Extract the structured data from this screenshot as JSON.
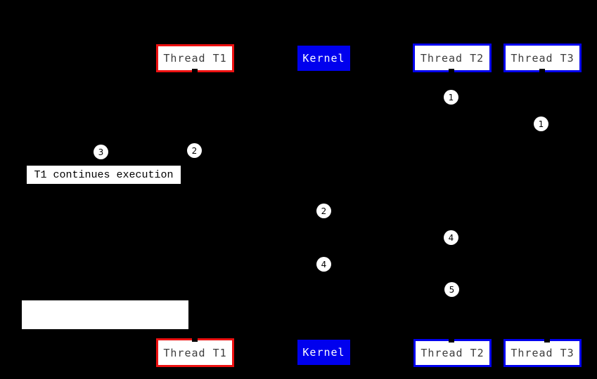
{
  "diagram": {
    "title": "thread-kernel-sequence-diagram",
    "background_color": "#000000",
    "colors": {
      "thread_t1_border": "#ee1111",
      "kernel_fill": "#0000ee",
      "thread_t2_t3_border": "#0000ee",
      "box_fill": "#ffffff",
      "box_text": "#3c3c3c",
      "kernel_text": "#ffffff",
      "marker_fill": "#ffffff",
      "marker_text": "#000000"
    },
    "columns": {
      "thread_t1": {
        "label": "Thread T1"
      },
      "kernel": {
        "label": "Kernel"
      },
      "thread_t2": {
        "label": "Thread T2"
      },
      "thread_t3": {
        "label": "Thread T3"
      }
    },
    "markers": [
      "1",
      "1",
      "3",
      "2",
      "2",
      "4",
      "4",
      "5"
    ],
    "labels": {
      "t1_continues": "T1 continues execution",
      "blank_note": ""
    }
  }
}
